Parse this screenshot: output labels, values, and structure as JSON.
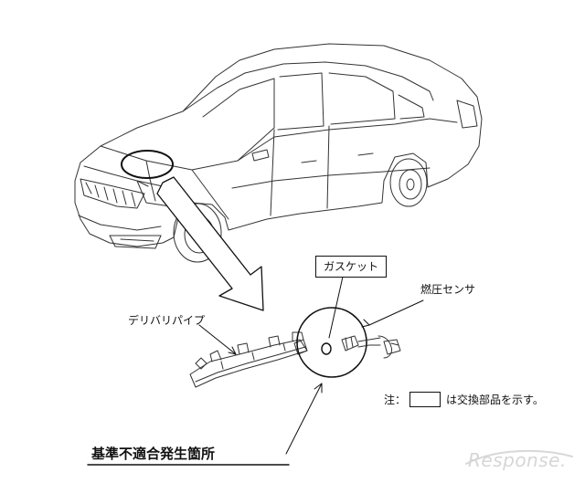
{
  "labels": {
    "gasket": "ガスケット",
    "fuel_pressure_sensor": "燃圧センサ",
    "delivery_pipe": "デリバリパイプ",
    "note_prefix": "注：",
    "note_suffix": "は交換部品を示す。",
    "defect_location": "基準不適合発生箇所"
  },
  "watermark": "Response."
}
